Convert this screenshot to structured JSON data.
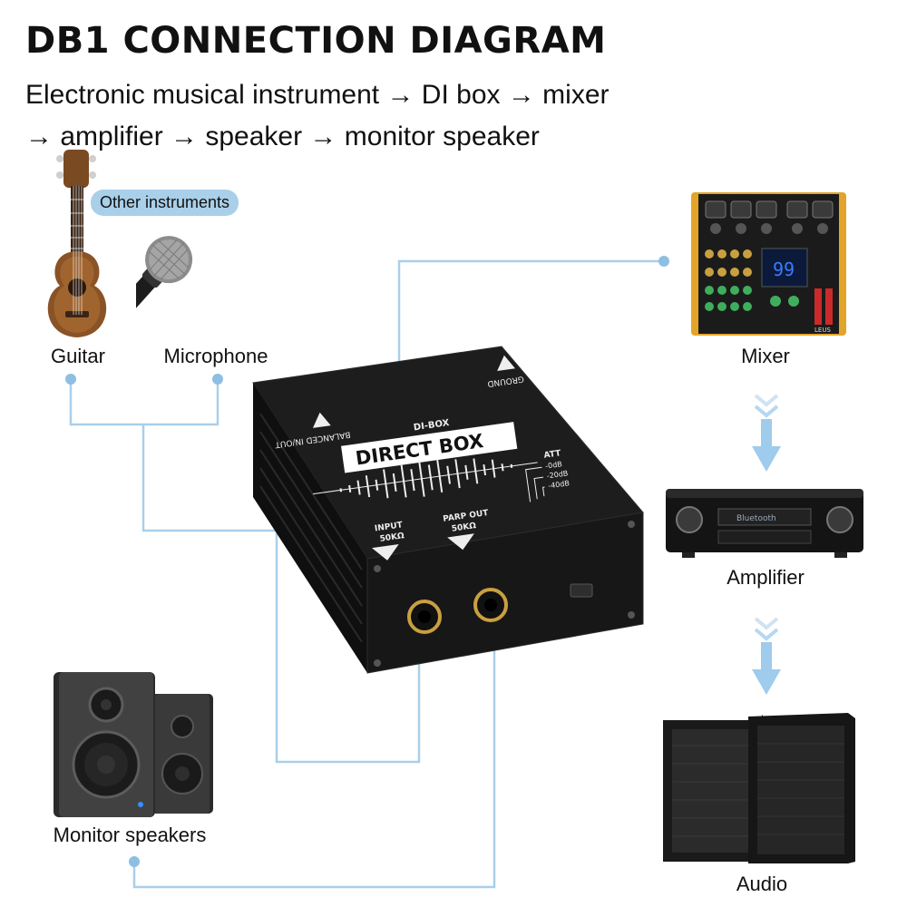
{
  "title": "DB1 CONNECTION DIAGRAM",
  "subtitle_line1": "Electronic musical instrument → DI box → mixer",
  "subtitle_line2": "→ amplifier → speaker → monitor speaker",
  "other_instruments_tag": "Other instruments",
  "labels": {
    "guitar": "Guitar",
    "microphone": "Microphone",
    "mixer": "Mixer",
    "amplifier": "Amplifier",
    "monitor_speakers": "Monitor speakers",
    "audio": "Audio"
  },
  "di_box": {
    "top_left_label": "BALANCED IN/OUT",
    "top_right_label": "GROUND",
    "model": "DI-BOX",
    "name": "DIRECT BOX",
    "att_label": "ATT",
    "att_values": [
      "-0dB",
      "-20dB",
      "-40dB"
    ],
    "input_label": "INPUT",
    "input_impedance": "50KΩ",
    "output_label": "PARP OUT",
    "output_impedance": "50KΩ"
  },
  "mixer_screen": {
    "display_number": "99",
    "brand": "LEUS"
  },
  "amplifier_screen": {
    "display_text": "Bluetooth"
  },
  "colors": {
    "wire": "#a9cfe9",
    "wire_dot": "#8dbfe3",
    "flow_arrow": "#9fcbec",
    "pill": "#a9cfe9",
    "device_body": "#121212"
  }
}
